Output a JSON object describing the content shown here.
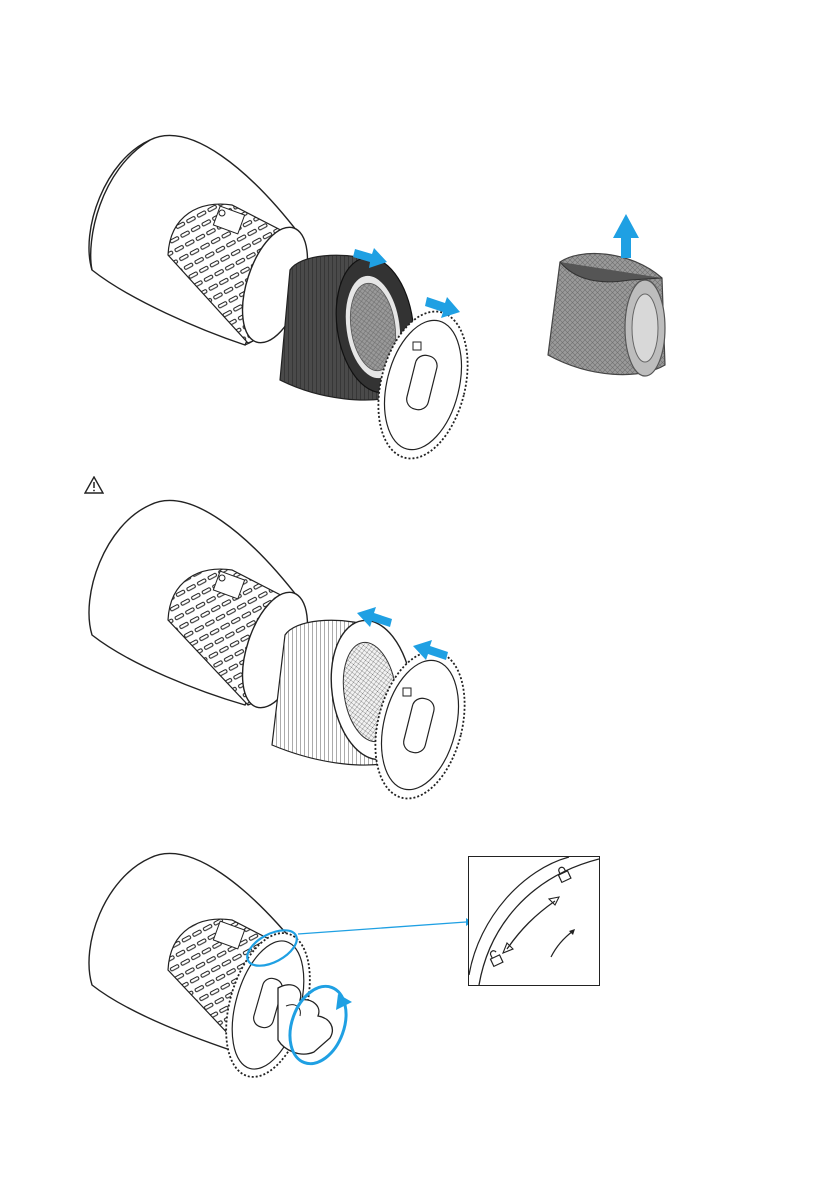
{
  "figure": {
    "steps": [
      {
        "id": "step-remove-filter",
        "arrows": "outward"
      },
      {
        "id": "step-insert-filter",
        "arrows": "inward",
        "notice_icon": "warning-triangle-icon"
      },
      {
        "id": "step-lock-cover",
        "rotation": "clockwise",
        "inset": "lock-unlock-detail"
      }
    ],
    "inset_icons": [
      "unlock-icon",
      "lock-icon",
      "double-arrow-icon",
      "rotate-arrow-icon"
    ],
    "colors": {
      "accent_blue": "#1fa0e3",
      "line": "#222222",
      "filter_dark": "#555555",
      "filter_light": "#bbbbbb"
    }
  }
}
